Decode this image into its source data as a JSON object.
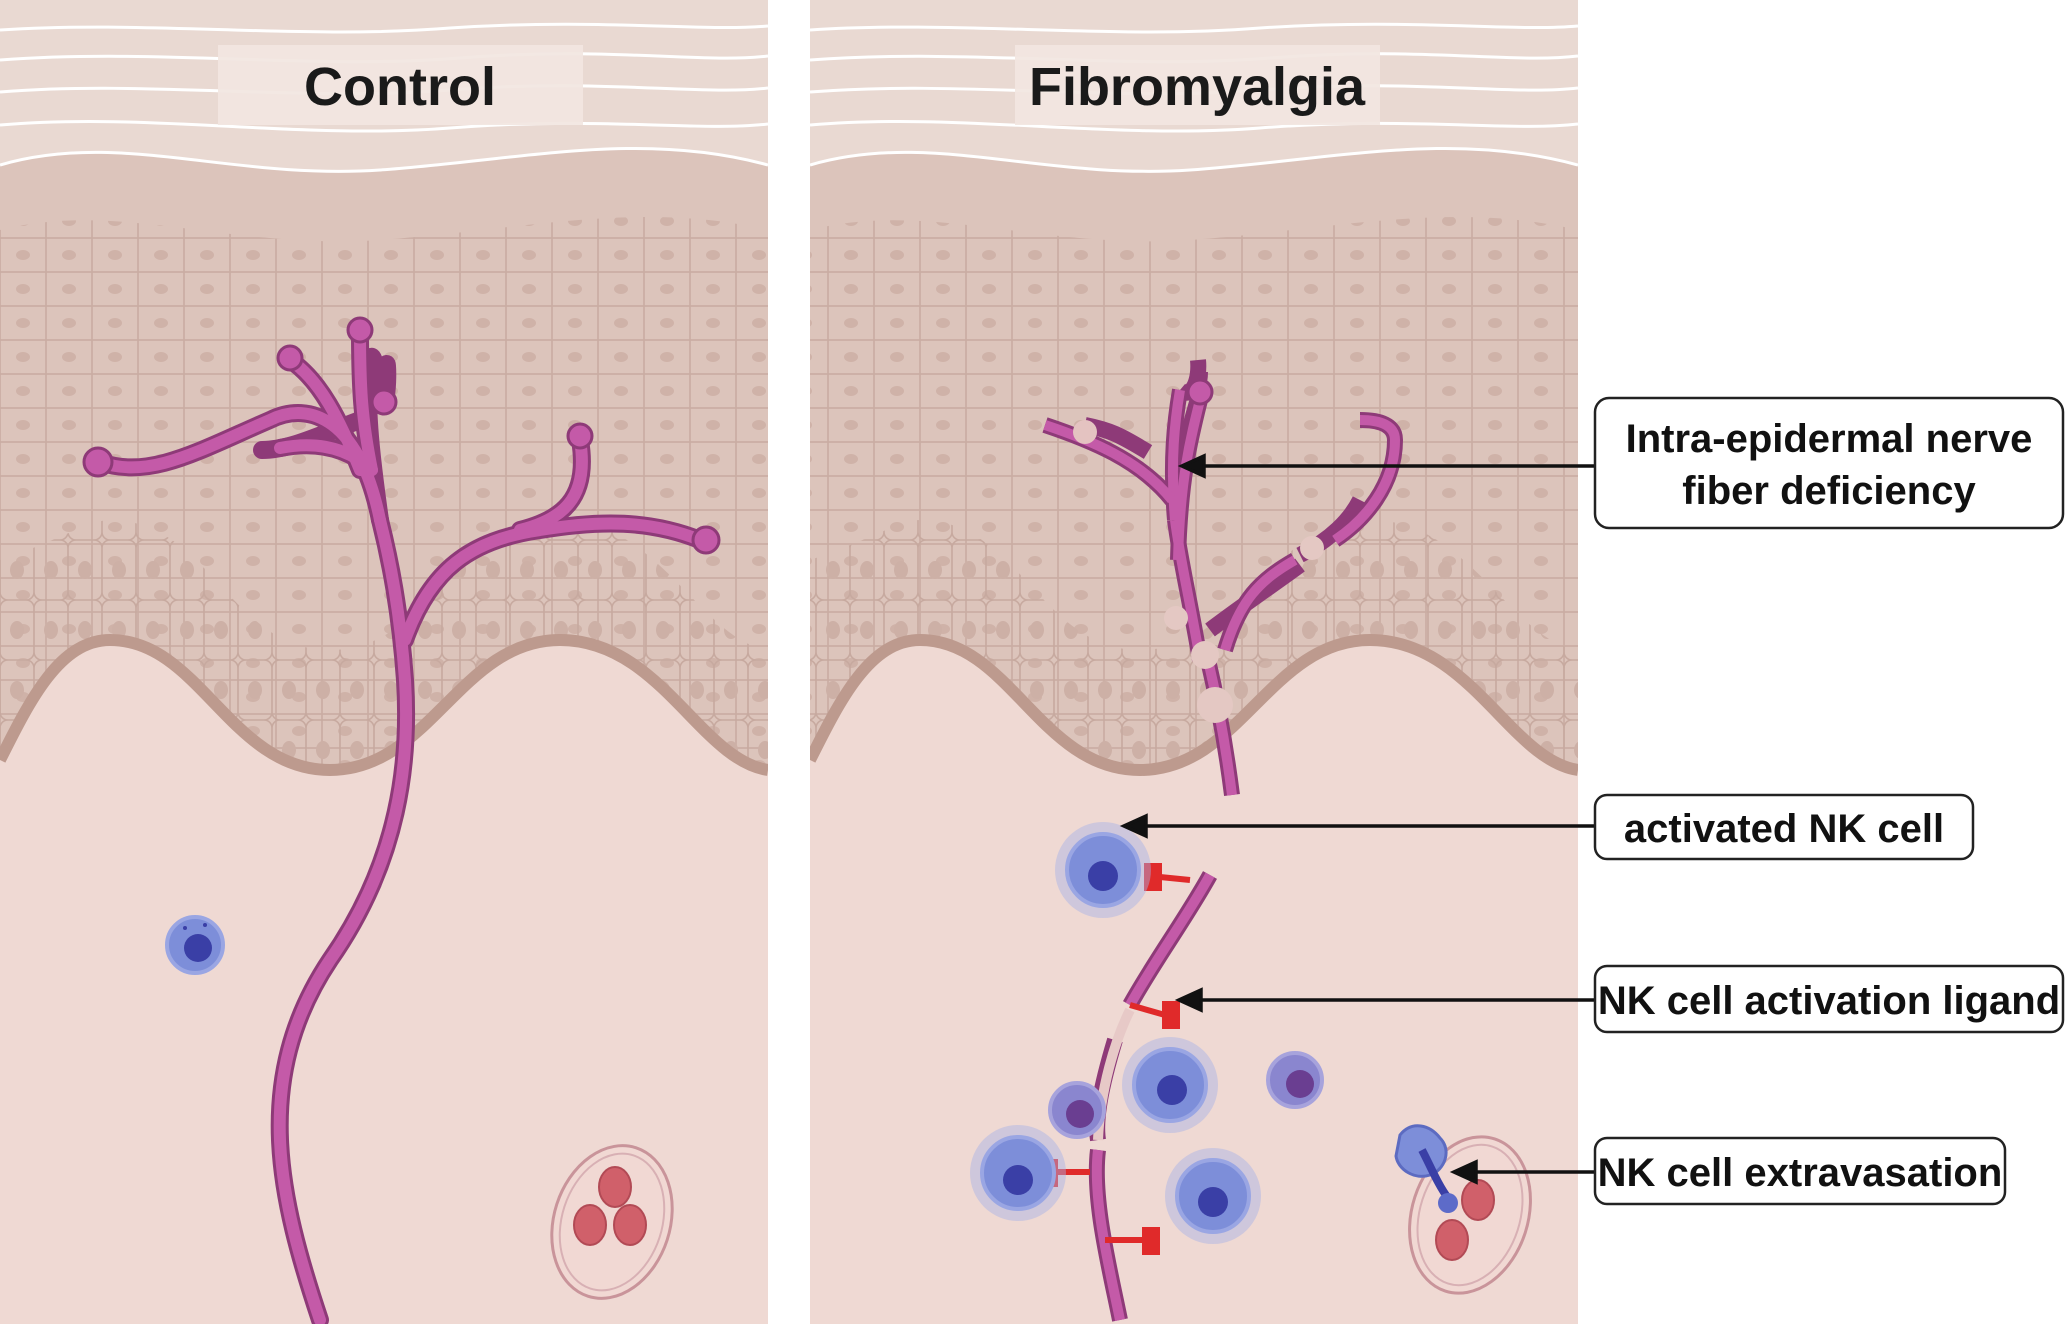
{
  "panels": {
    "control": {
      "title": "Control"
    },
    "fibromyalgia": {
      "title": "Fibromyalgia"
    }
  },
  "callouts": {
    "nerve_fiber": {
      "line1": "Intra-epidermal nerve",
      "line2": "fiber deficiency"
    },
    "activated_nk": {
      "label": "activated NK cell"
    },
    "ligand": {
      "label": "NK cell activation ligand"
    },
    "extravasation": {
      "label": "NK cell extravasation"
    }
  },
  "colors": {
    "stratum_corneum": "#e9d9d2",
    "epidermis": "#dcc4bb",
    "basal_layer": "#d2b4aa",
    "dermis": "#efd9d3",
    "nerve_fiber": "#c45aa8",
    "nk_cell": "#7d8ed9",
    "nk_nucleus": "#3a3fa6",
    "ligand": "#e02a2a",
    "red_blood_cell": "#d0606a",
    "vessel": "#c9949a"
  }
}
